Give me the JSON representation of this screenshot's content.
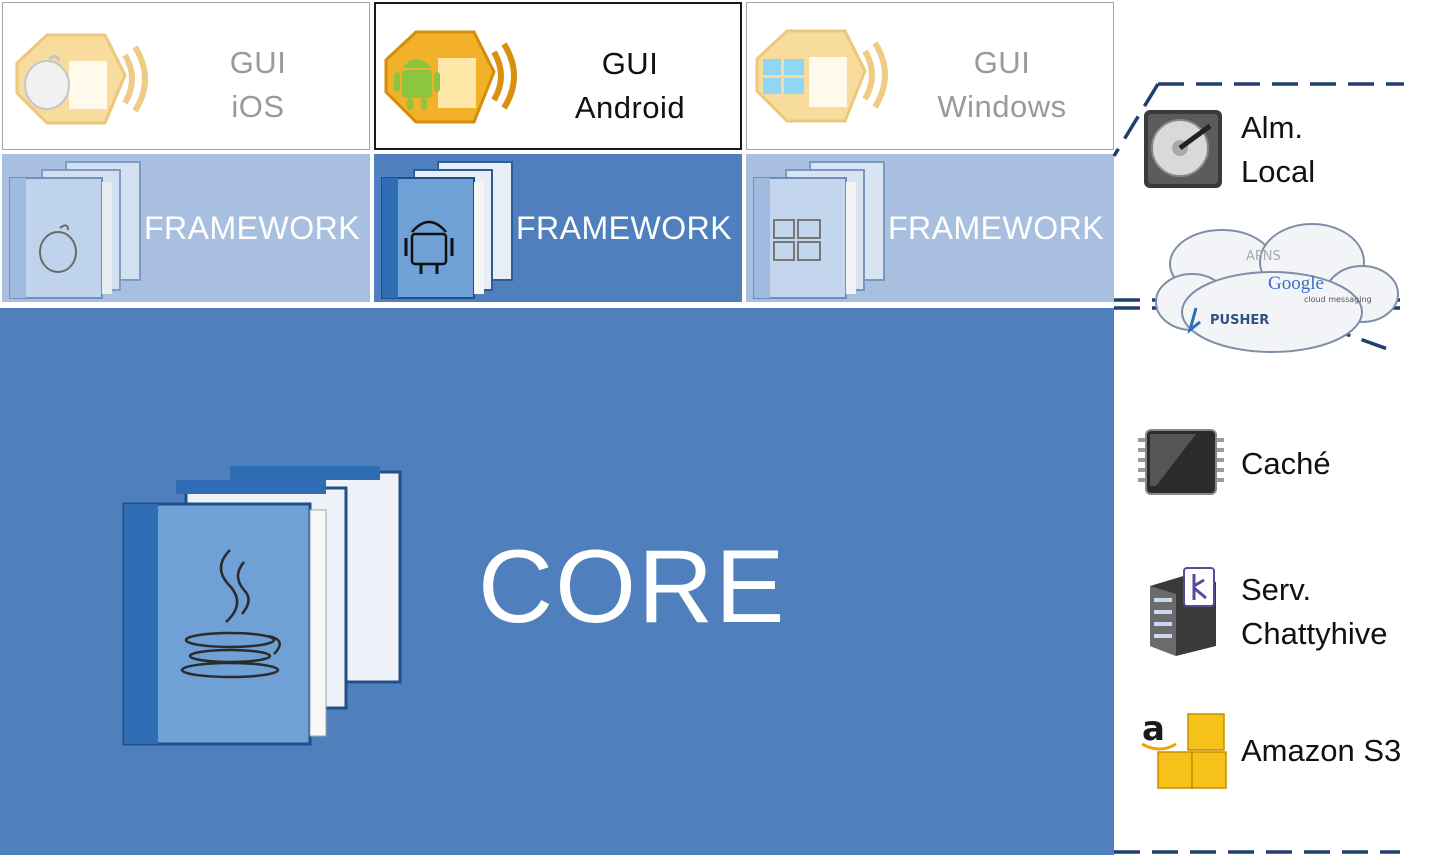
{
  "gui_layer": [
    {
      "line1": "GUI",
      "line2": "iOS",
      "platform": "apple-logo",
      "active": false
    },
    {
      "line1": "GUI",
      "line2": "Android",
      "platform": "android-logo",
      "active": true
    },
    {
      "line1": "GUI",
      "line2": "Windows",
      "platform": "windows-logo",
      "active": false
    }
  ],
  "framework_layer": [
    {
      "label": "FRAMEWORK",
      "platform": "apple-logo",
      "active": false
    },
    {
      "label": "FRAMEWORK",
      "platform": "android-logo",
      "active": true
    },
    {
      "label": "FRAMEWORK",
      "platform": "windows-logo",
      "active": false
    }
  ],
  "core": {
    "label": "CORE",
    "icon": "java-books-icon"
  },
  "services": {
    "local_storage": {
      "line1": "Alm.",
      "line2": "Local",
      "icon": "hard-drive-icon"
    },
    "push": {
      "labels": [
        "APNS",
        "Google",
        "cloud messaging",
        "PUSHER"
      ],
      "icon": "cloud-icon"
    },
    "cache": {
      "label": "Caché",
      "icon": "memory-chip-icon"
    },
    "server": {
      "line1": "Serv.",
      "line2": "Chattyhive",
      "icon": "server-icon"
    },
    "s3": {
      "label": "Amazon S3",
      "icon": "amazon-boxes-icon"
    }
  },
  "colors": {
    "blue": "#4f80bd",
    "light_blue": "#a9bfdf",
    "dash": "#1f3f6e",
    "gui_yellow": "#f5b921"
  }
}
